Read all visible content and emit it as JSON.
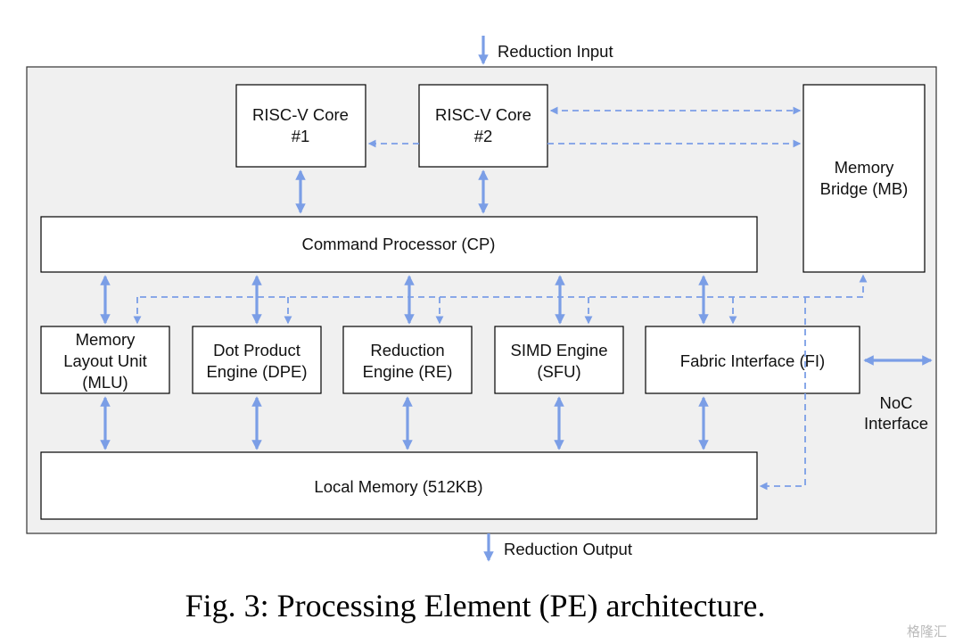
{
  "colors": {
    "arrow": "#7b9ee6",
    "frame_fill": "#f0f0f0",
    "box_fill": "#ffffff",
    "text": "#111111"
  },
  "labels": {
    "reduction_input": "Reduction Input",
    "reduction_output": "Reduction Output",
    "noc_line1": "NoC",
    "noc_line2": "Interface"
  },
  "blocks": {
    "riscv1": [
      "RISC-V Core",
      "#1"
    ],
    "riscv2": [
      "RISC-V Core",
      "#2"
    ],
    "mb": [
      "Memory",
      "Bridge (MB)"
    ],
    "cp": [
      "Command Processor (CP)"
    ],
    "mlu": [
      "Memory",
      "Layout Unit",
      "(MLU)"
    ],
    "dpe": [
      "Dot Product",
      "Engine (DPE)"
    ],
    "re": [
      "Reduction",
      "Engine (RE)"
    ],
    "sfu": [
      "SIMD Engine",
      "(SFU)"
    ],
    "fi": [
      "Fabric Interface (FI)"
    ],
    "lm": [
      "Local Memory (512KB)"
    ]
  },
  "caption": "Fig. 3: Processing Element (PE) architecture.",
  "watermark": "格隆汇"
}
